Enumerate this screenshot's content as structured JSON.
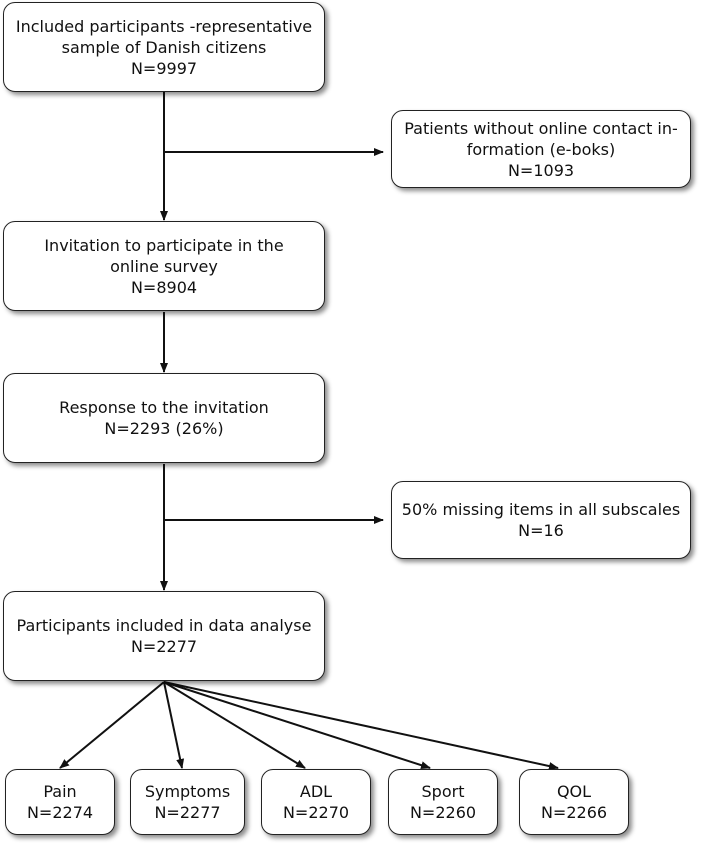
{
  "boxes": {
    "included": {
      "line1": "Included participants -representative",
      "line2": "sample of Danish citizens",
      "line3": "N=9997"
    },
    "no_contact": {
      "line1": "Patients without online contact in-",
      "line2": "formation (e-boks)",
      "line3": "N=1093"
    },
    "invitation": {
      "line1": "Invitation to participate in the",
      "line2": "online survey",
      "line3": "N=8904"
    },
    "response": {
      "line1": "Response to the invitation",
      "line2": "N=2293 (26%)"
    },
    "missing": {
      "line1": "50% missing items in all subscales",
      "line2": "N=16"
    },
    "analysed": {
      "line1": "Participants included in data analyse",
      "line2": "N=2277"
    },
    "pain": {
      "label": "Pain",
      "n": "N=2274"
    },
    "symptoms": {
      "label": "Symptoms",
      "n": "N=2277"
    },
    "adl": {
      "label": "ADL",
      "n": "N=2270"
    },
    "sport": {
      "label": "Sport",
      "n": "N=2260"
    },
    "qol": {
      "label": "QOL",
      "n": "N=2266"
    }
  }
}
